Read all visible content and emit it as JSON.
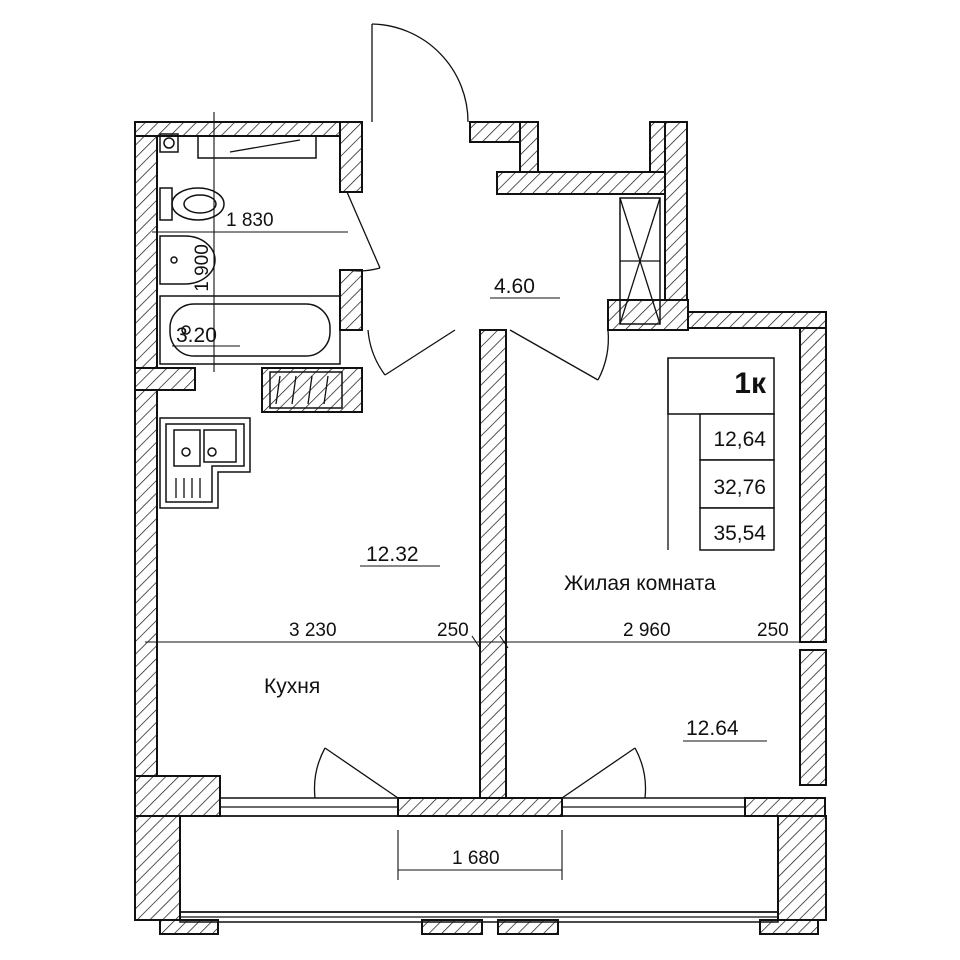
{
  "areas": {
    "bathroom": "3.20",
    "hall": "4.60",
    "kitchen": "12.32",
    "living": "12.64"
  },
  "rooms": {
    "kitchen": "Кухня",
    "living": "Жилая комната"
  },
  "dimensions": {
    "bath_width": "1 830",
    "bath_depth": "1 900",
    "kitchen_width": "3 230",
    "wall_left": "250",
    "living_width": "2 960",
    "wall_right": "250",
    "balcony_width": "1 680"
  },
  "summary": {
    "type": "1к",
    "living_area": "12,64",
    "total_area": "32,76",
    "full_area": "35,54"
  }
}
